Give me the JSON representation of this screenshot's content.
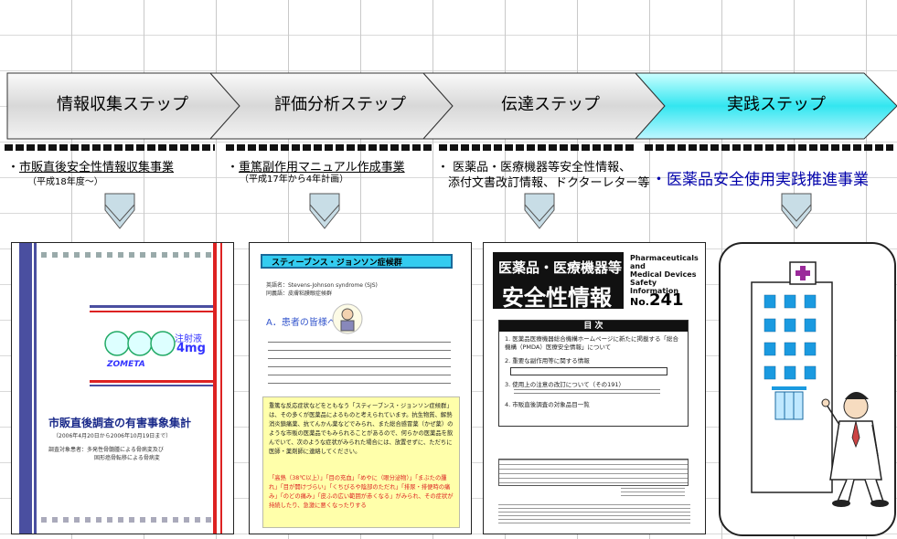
{
  "steps": [
    {
      "label": "情報収集ステップ"
    },
    {
      "label": "評価分析ステップ"
    },
    {
      "label": "伝達ステップ"
    },
    {
      "label": "実践ステップ"
    }
  ],
  "topics": {
    "t1_bullet": "・",
    "t1_title": "市販直後安全性情報収集事業",
    "t1_sub": "（平成18年度～）",
    "t2_bullet": "・",
    "t2_title": "重篤副作用マニュアル作成事業",
    "t2_sub": "（平成17年から4年計画）",
    "t3_line1": "・ 医薬品・医療機器等安全性情報、",
    "t3_line2": "添付文書改訂情報、ドクターレター等",
    "t4_title": "・医薬品安全使用実践推進事業"
  },
  "doc1": {
    "brand": "ZOMETA",
    "dose_label": "注射液",
    "dose": "4mg",
    "title": "市販直後調査の有害事象集計",
    "period": "（2006年4月20日から2006年10月19日まで）",
    "note1": "調査対象患者：多発性骨髄腫による骨病変及び",
    "note2": "固形癌骨転移による骨病変"
  },
  "doc2": {
    "title": "スティーブンス・ジョンソン症候群",
    "eng": "英語名：Stevens-Johnson syndrome (SJS)",
    "alias": "同義語：皮膚粘膜眼症候群",
    "heading": "A．患者の皆様へ",
    "box_text": "重篤な反応症状などをともなう「スティーブンス・ジョンソン症候群」は、その多くが医薬品によるものと考えられています。抗生物質、解熱消炎鎮痛薬、抗てんかん薬などでみられ、また総合感冒薬（かぜ薬）のような市販の医薬品でもみられることがあるので、何らかの医薬品を飲んでいて、次のような症状がみられた場合には、放置せずに、ただちに医師・薬剤師に連絡してください。",
    "red_text": "「高熱（38℃以上）」「目の充血」「めやに（眼分泌物）」「まぶたの腫れ」「目が開けづらい」「くちびるや陰部のただれ」「排尿・排便時の痛み」「のどの痛み」「皮ふの広い範囲が赤くなる」がみられ、その症状が持続したり、急激に悪くなったりする"
  },
  "doc3": {
    "title_1": "医薬品・医療機器等",
    "title_2": "安全性情報",
    "eng1": "Pharmaceuticals",
    "eng2": "and",
    "eng3": "Medical Devices",
    "eng4": "Safety Information",
    "no_label": "No.",
    "no": "241",
    "toc": "目 次",
    "item1": "1. 医薬品医療機器総合機構ホームページに新たに掲載する「総合機構（PMDA）医療安全情報」について",
    "item2": "2. 重要な副作用等に関する情報",
    "item3": "3. 使用上の注意の改訂について（その191）",
    "item4": "4. 市販直後調査の対象品目一覧"
  }
}
